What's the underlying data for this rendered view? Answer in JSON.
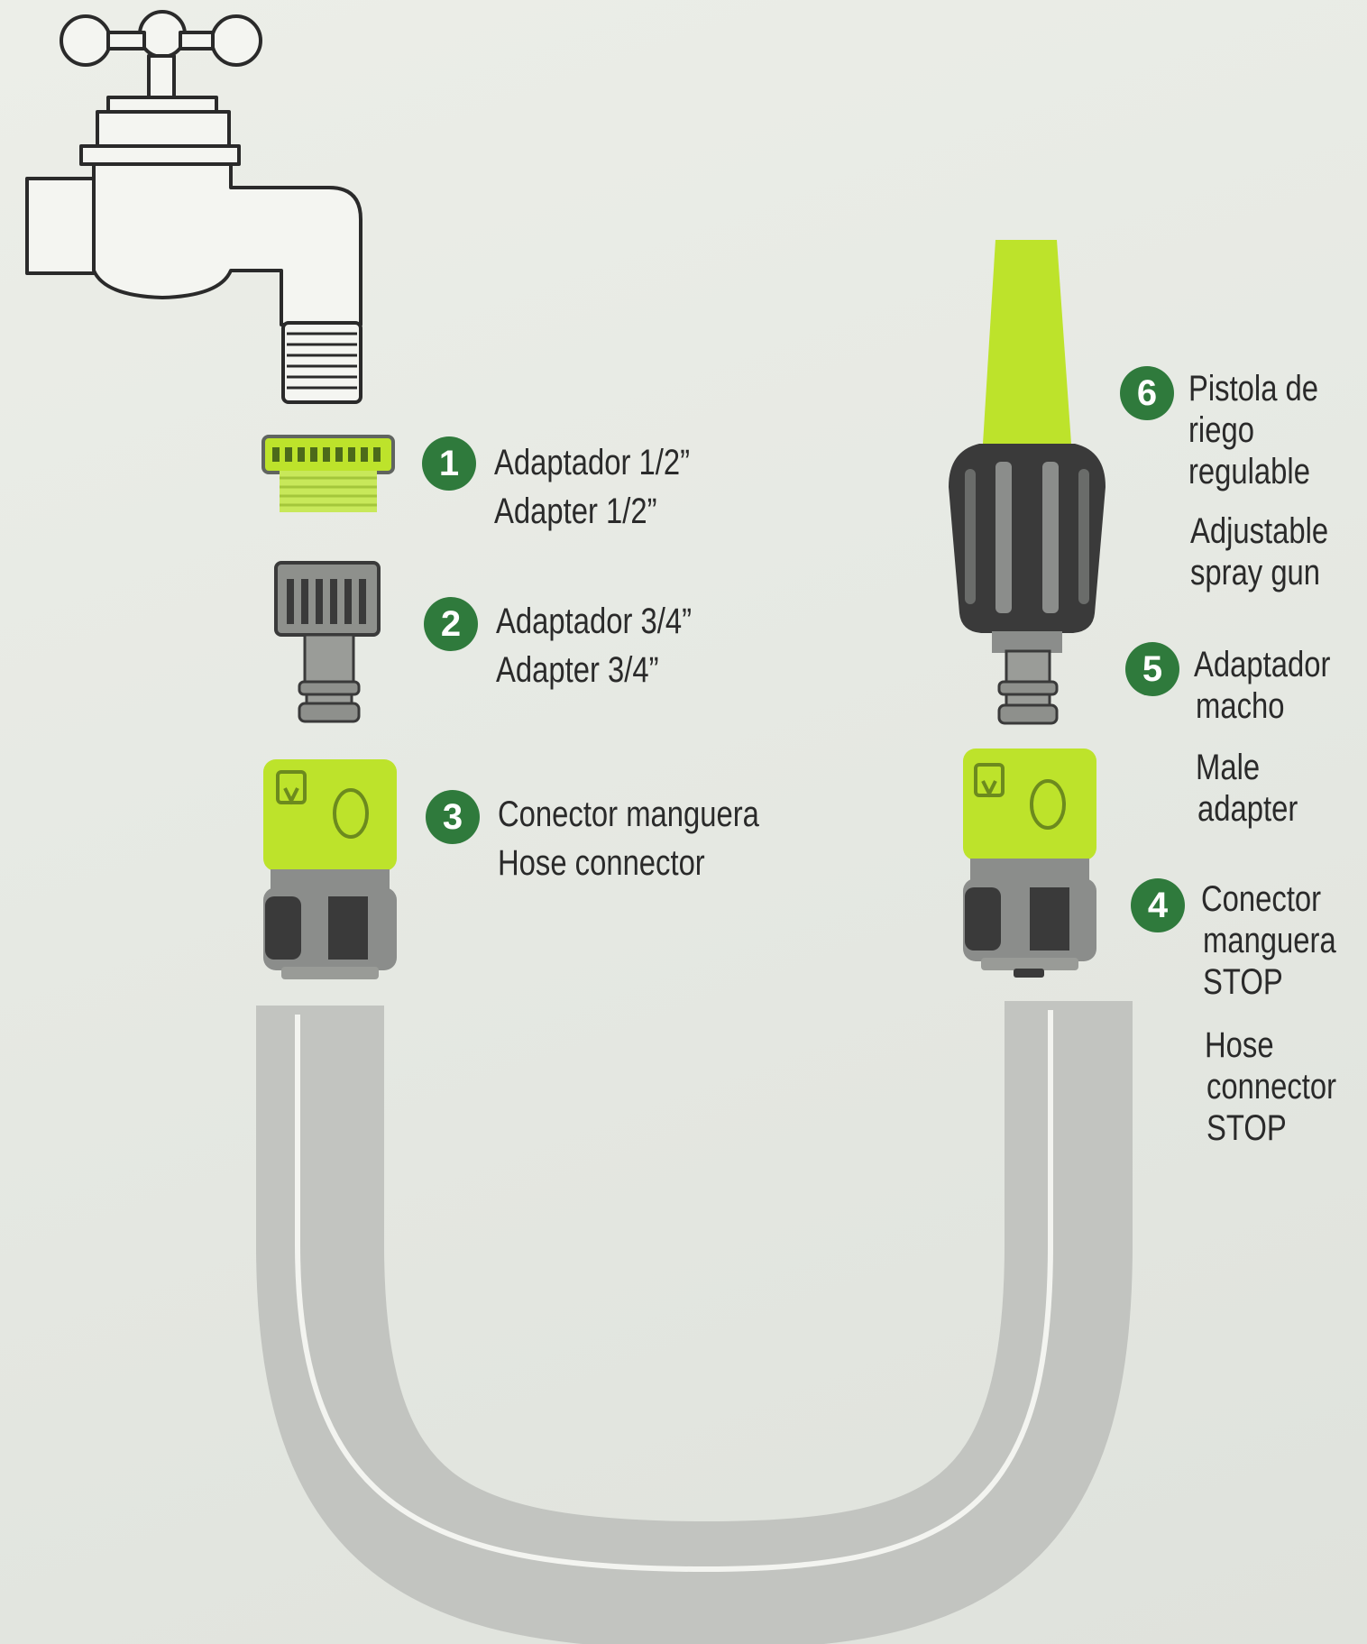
{
  "colors": {
    "accent_green": "#bde32b",
    "badge_green": "#2f7a3c",
    "hose_gray": "#c2c4c0",
    "connector_dark": "#3a3a3a",
    "connector_gray": "#8b8d8b"
  },
  "parts": [
    {
      "number": "1",
      "es": "Adaptador 1/2”",
      "en": "Adapter 1/2”"
    },
    {
      "number": "2",
      "es": "Adaptador 3/4”",
      "en": "Adapter 3/4”"
    },
    {
      "number": "3",
      "es": "Conector manguera",
      "en": "Hose connector"
    },
    {
      "number": "4",
      "es_lines": [
        "Conector",
        "manguera",
        "STOP"
      ],
      "en_lines": [
        "Hose",
        "connector",
        "STOP"
      ]
    },
    {
      "number": "5",
      "es_lines": [
        "Adaptador",
        "macho"
      ],
      "en_lines": [
        "Male",
        "adapter"
      ]
    },
    {
      "number": "6",
      "es_lines": [
        "Pistola de",
        "riego",
        "regulable"
      ],
      "en_lines": [
        "Adjustable",
        "spray gun"
      ]
    }
  ]
}
